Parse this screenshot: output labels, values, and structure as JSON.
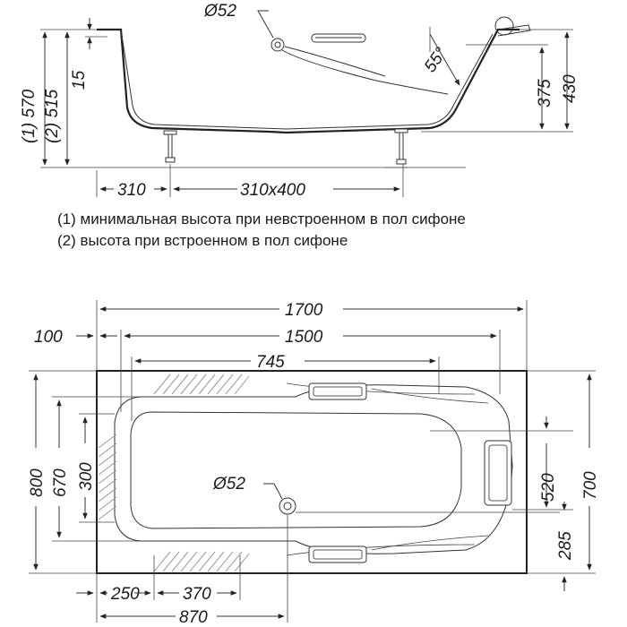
{
  "side_view": {
    "drain_label": "Ø52",
    "angle_label": "55°",
    "height1_label": "(1) 570",
    "height2_label": "(2) 515",
    "rim_label": "15",
    "dim_375": "375",
    "dim_430": "430",
    "dim_310": "310",
    "dim_310x400": "310x400"
  },
  "notes": [
    "(1) минимальная высота при невстроенном в пол сифоне",
    "(2) высота при встроенном в пол сифоне"
  ],
  "top_view": {
    "dim_1700": "1700",
    "dim_1500": "1500",
    "dim_745": "745",
    "dim_100": "100",
    "dim_800": "800",
    "dim_670": "670",
    "dim_300": "300",
    "dim_520": "520",
    "dim_700": "700",
    "dim_285": "285",
    "dim_250": "250",
    "dim_370": "370",
    "dim_870": "870",
    "drain_label": "Ø52"
  }
}
